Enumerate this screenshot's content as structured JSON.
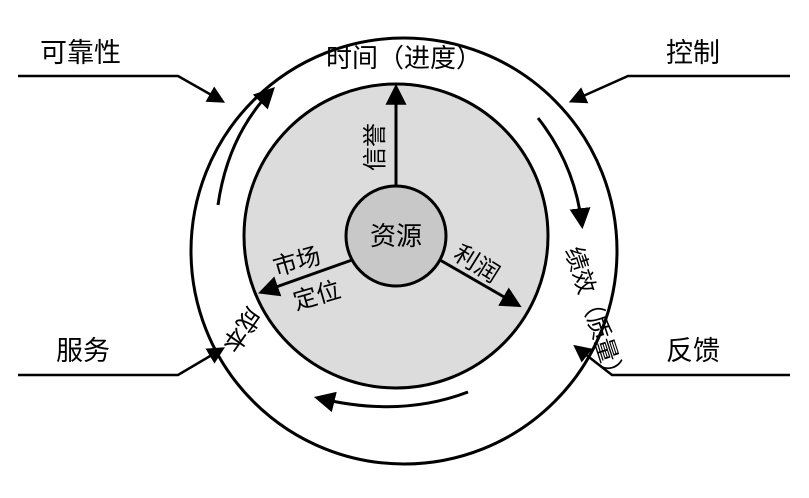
{
  "outer_ring": {
    "top": "时间（进度）",
    "right": "绩效（质量）",
    "left": "成本"
  },
  "inner": {
    "center": "资源",
    "up": "信誉",
    "lower_right": "利润",
    "lower_left_line1": "市场",
    "lower_left_line2": "定位"
  },
  "inputs": {
    "top_left": "可靠性",
    "top_right": "控制",
    "bottom_left": "服务",
    "bottom_right": "反馈"
  },
  "colors": {
    "inner_fill": "#dcdcdc",
    "center_fill": "#c8c8c8",
    "stroke": "#000000"
  }
}
